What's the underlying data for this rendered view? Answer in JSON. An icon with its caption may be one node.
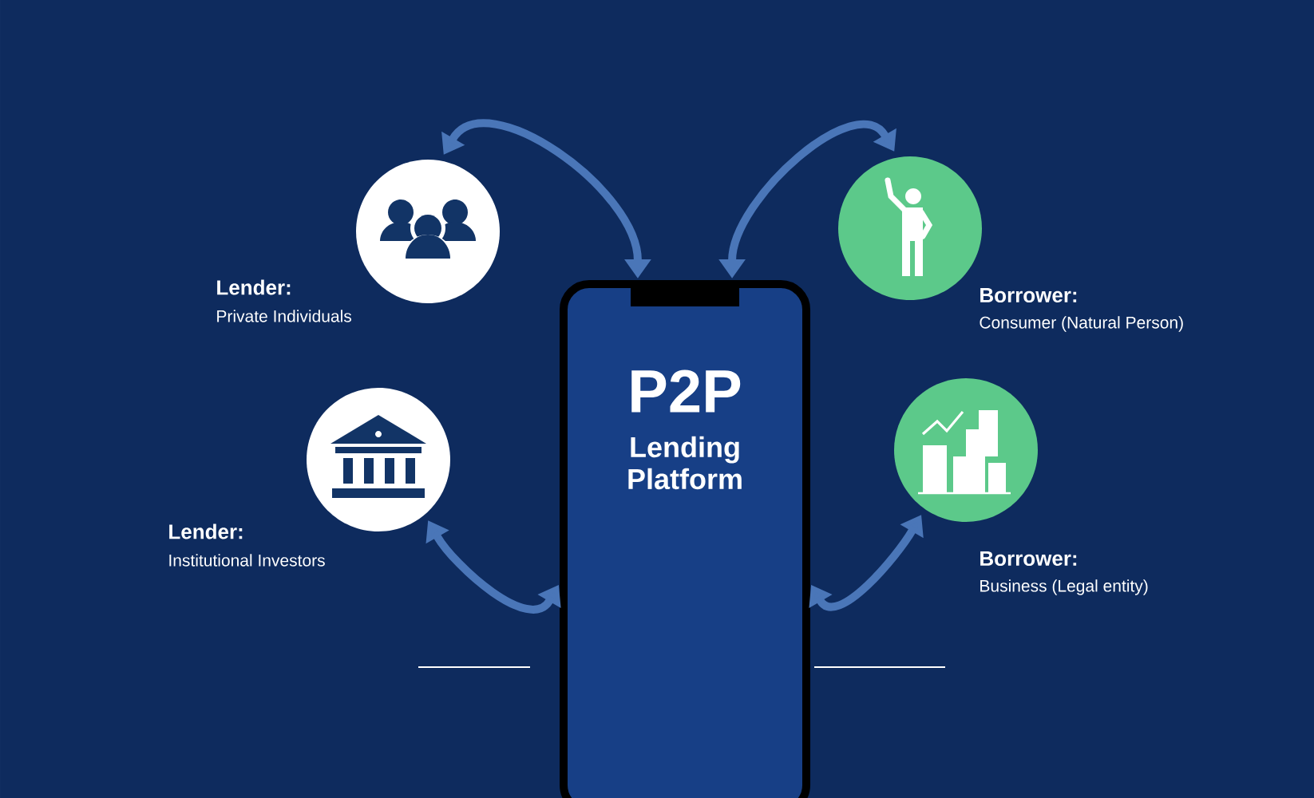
{
  "diagram": {
    "nodes": [
      {
        "text": [
          "P2P",
          "Lending Platform"
        ]
      },
      {
        "text": [
          "Lender:",
          "Private Individuals"
        ]
      },
      {
        "text": [
          "Lender:",
          "Institutional Investors"
        ]
      },
      {
        "text": [
          "Borrower:",
          "Consumer (Natural Person)"
        ]
      },
      {
        "text": [
          "Borrower:",
          "Business (Legal entity)"
        ]
      }
    ],
    "edges": [
      {
        "from": 1,
        "to": 0,
        "arrow": "both"
      },
      {
        "from": 3,
        "to": 0,
        "arrow": "both"
      },
      {
        "from": 2,
        "to": 0,
        "arrow": "both"
      },
      {
        "from": 4,
        "to": 0,
        "arrow": "both"
      }
    ]
  }
}
